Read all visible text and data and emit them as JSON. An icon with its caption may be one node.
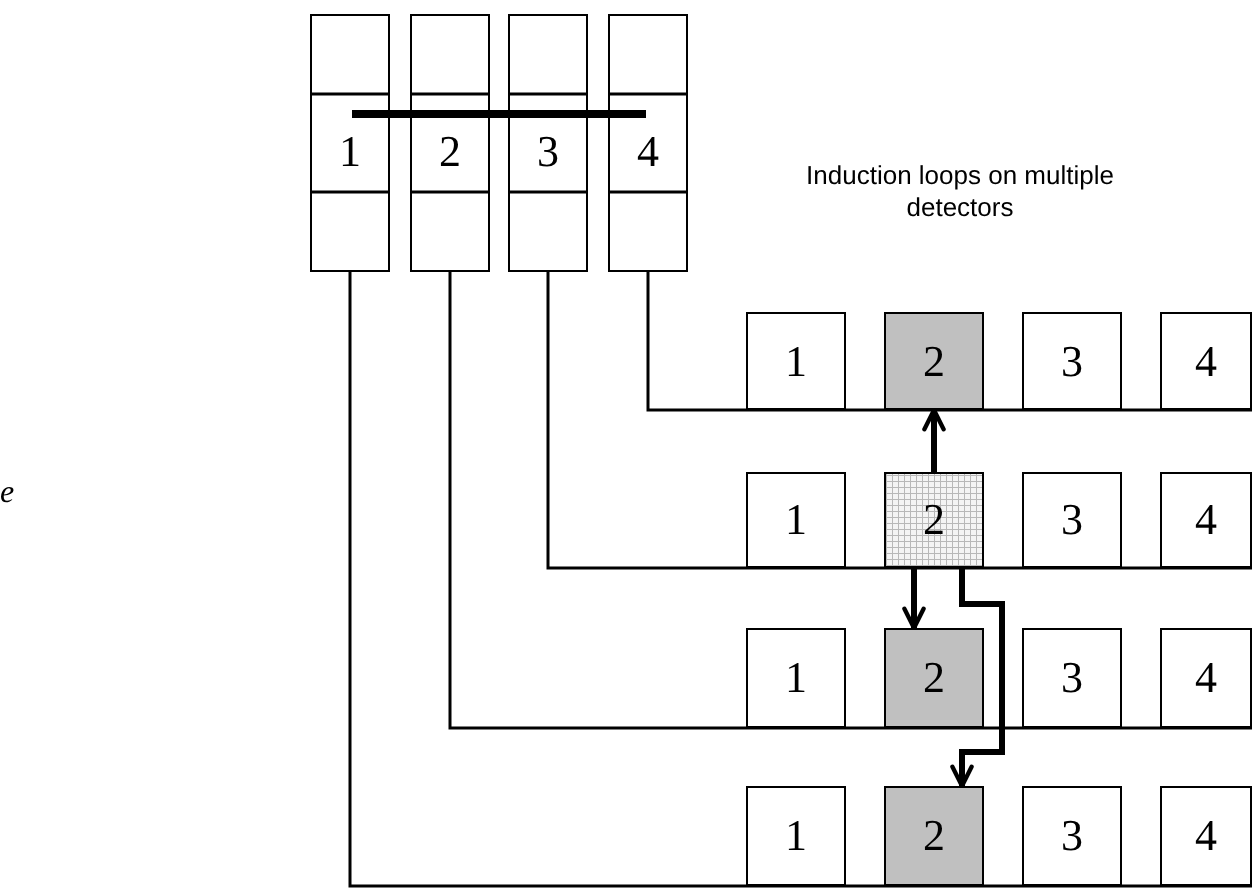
{
  "diagram": {
    "nodes": [
      {
        "text": [
          "1"
        ]
      },
      {
        "text": [
          "2"
        ]
      },
      {
        "text": [
          "3"
        ]
      },
      {
        "text": [
          "4"
        ]
      },
      {
        "text": [
          "1"
        ]
      },
      {
        "text": [
          "2"
        ]
      },
      {
        "text": [
          "3"
        ]
      },
      {
        "text": [
          "4"
        ]
      },
      {
        "text": [
          "1"
        ]
      },
      {
        "text": [
          "2"
        ]
      },
      {
        "text": [
          "3"
        ]
      },
      {
        "text": [
          "4"
        ]
      },
      {
        "text": [
          "1"
        ]
      },
      {
        "text": [
          "2"
        ]
      },
      {
        "text": [
          "3"
        ]
      },
      {
        "text": [
          "4"
        ]
      },
      {
        "text": [
          "1"
        ]
      },
      {
        "text": [
          "2"
        ]
      },
      {
        "text": [
          "3"
        ]
      },
      {
        "text": [
          "4"
        ]
      },
      {
        "text": [],
        "shape": "bar"
      }
    ],
    "edges": [
      {
        "from": 3,
        "to": 4,
        "arrow": "none"
      },
      {
        "from": 3,
        "to": 5,
        "arrow": "none"
      },
      {
        "from": 3,
        "to": 6,
        "arrow": "none"
      },
      {
        "from": 3,
        "to": 7,
        "arrow": "none"
      },
      {
        "from": 2,
        "to": 8,
        "arrow": "none"
      },
      {
        "from": 2,
        "to": 9,
        "arrow": "none"
      },
      {
        "from": 2,
        "to": 10,
        "arrow": "none"
      },
      {
        "from": 2,
        "to": 11,
        "arrow": "none"
      },
      {
        "from": 1,
        "to": 12,
        "arrow": "none"
      },
      {
        "from": 1,
        "to": 13,
        "arrow": "none"
      },
      {
        "from": 1,
        "to": 14,
        "arrow": "none"
      },
      {
        "from": 1,
        "to": 15,
        "arrow": "none"
      },
      {
        "from": 0,
        "to": 16,
        "arrow": "none"
      },
      {
        "from": 0,
        "to": 17,
        "arrow": "none"
      },
      {
        "from": 0,
        "to": 18,
        "arrow": "none"
      },
      {
        "from": 0,
        "to": 19,
        "arrow": "none"
      },
      {
        "from": 9,
        "to": 5,
        "arrow": "to",
        "style": "thick"
      },
      {
        "from": 9,
        "to": 13,
        "arrow": "to",
        "style": "thick"
      },
      {
        "from": 9,
        "to": 17,
        "arrow": "to",
        "style": "thick"
      }
    ],
    "labels": [
      "Induction loops on multiple detectors",
      "e"
    ]
  }
}
